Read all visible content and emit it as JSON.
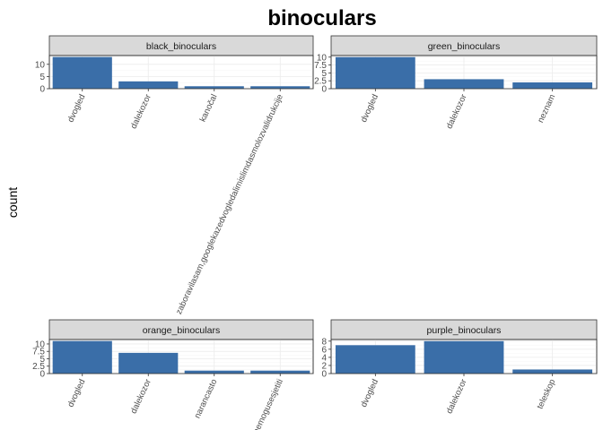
{
  "chart_data": {
    "type": "bar",
    "title": "binoculars",
    "xlabel": "",
    "ylabel": "count",
    "grid": true,
    "bar_color": "#3a6ea8",
    "panels": [
      {
        "name": "black_binoculars",
        "categories": [
          "dvogled",
          "dalekozor",
          "kanočal",
          "zaboravilasam,googlekazedvogledalimislimdasmolozvalidrukcije"
        ],
        "values": [
          13,
          3,
          1,
          1
        ],
        "yticks": [
          0,
          5,
          10
        ],
        "ylim": [
          0,
          13.6
        ]
      },
      {
        "name": "green_binoculars",
        "categories": [
          "dvogled",
          "dalekozor",
          "neznam"
        ],
        "values": [
          10,
          3,
          2
        ],
        "yticks": [
          0,
          2.5,
          5,
          7.5,
          10
        ],
        "ylim": [
          0,
          10.5
        ]
      },
      {
        "name": "orange_binoculars",
        "categories": [
          "dvogled",
          "dalekozor",
          "narancasto",
          "nemogusesjetiti"
        ],
        "values": [
          11,
          7,
          1,
          1
        ],
        "yticks": [
          0,
          2.5,
          5,
          7.5,
          10
        ],
        "ylim": [
          0,
          11.5
        ]
      },
      {
        "name": "purple_binoculars",
        "categories": [
          "dvogled",
          "dalekozor",
          "teleskop"
        ],
        "values": [
          7,
          8,
          1
        ],
        "yticks": [
          0,
          2,
          4,
          6,
          8
        ],
        "ylim": [
          0,
          8.4
        ]
      }
    ]
  }
}
